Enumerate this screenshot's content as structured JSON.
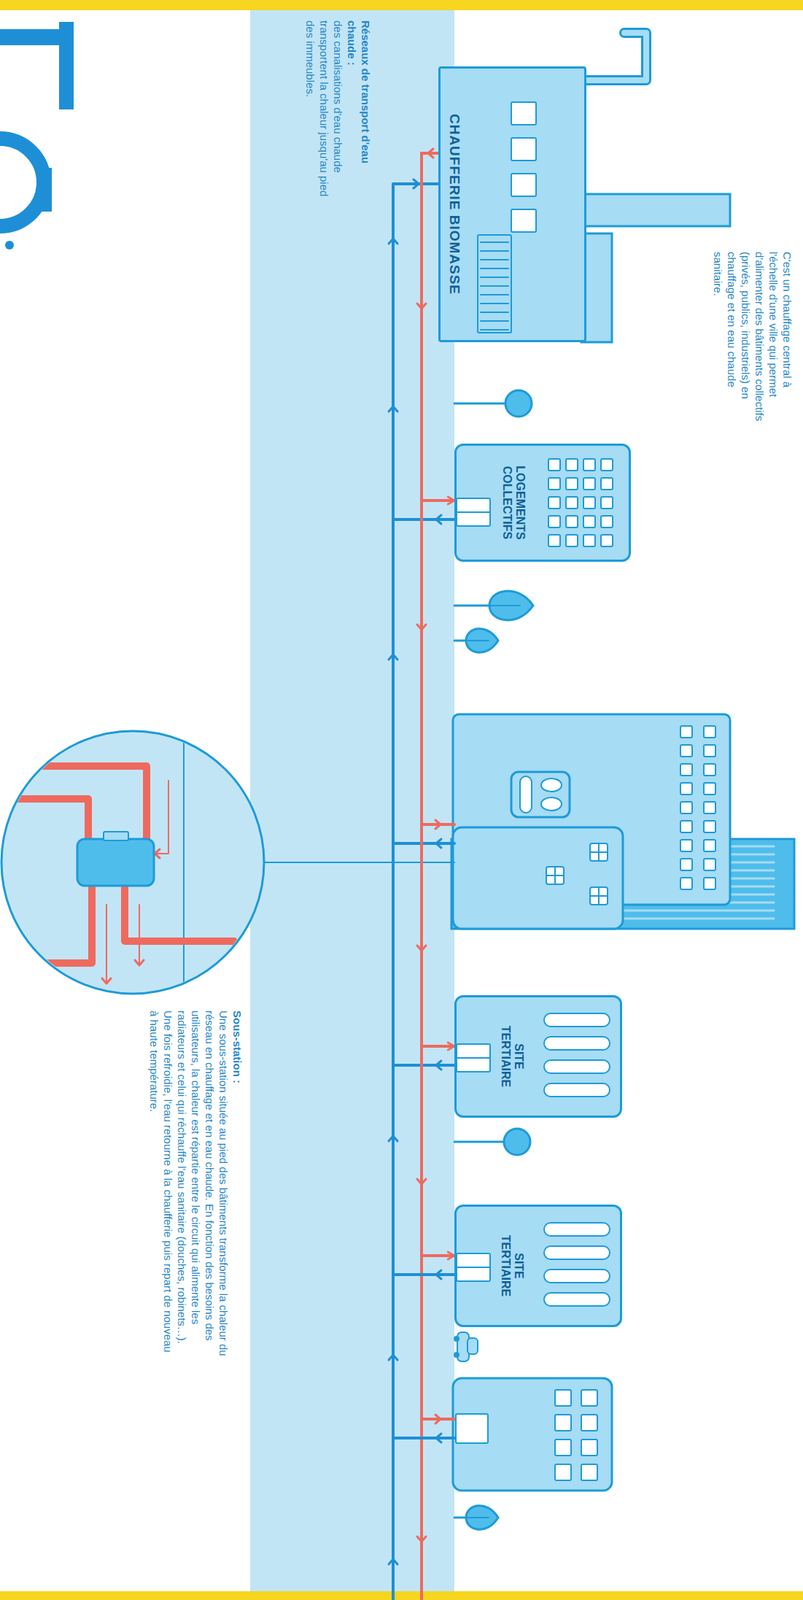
{
  "diagram": {
    "nodes": [
      {
        "text": [
          "CHAUFFERIE BIOMASSE"
        ]
      },
      {
        "text": [
          "LOGEMENTS COLLECTIFS"
        ]
      },
      {
        "text": [
          "SITE TERTIAIRE"
        ]
      },
      {
        "text": [
          "SITE TERTIAIRE"
        ]
      }
    ],
    "edges": [
      {
        "from": 0,
        "to": 1,
        "arrow": "to"
      },
      {
        "from": 0,
        "to": 2,
        "arrow": "to"
      },
      {
        "from": 0,
        "to": 3,
        "arrow": "to"
      }
    ],
    "labels": [
      "C'est un chauffage central à l'échelle d'une ville qui permet d'alimenter des bâtiments collectifs (privés, publics, industriels) en chauffage et en eau chaude sanitaire.",
      "Réseaux de transport d'eau chaude :",
      "des canalisations d'eau chaude transportent la chaleur jusqu'au pied des immeubles.",
      "Sous-station :",
      "Une sous-station située au pied des bâtiments transforme la chaleur du réseau en chauffage et en eau chaude. En fonction des besoins des utilisateurs, la chaleur est répartie entre le circuit qui alimente les radiateurs et celui qui réchauffe l'eau sanitaire (douches, robinets…). Une fois refroidie, l'eau retourne à la chaufferie puis repart de nouveau à haute température."
    ]
  }
}
